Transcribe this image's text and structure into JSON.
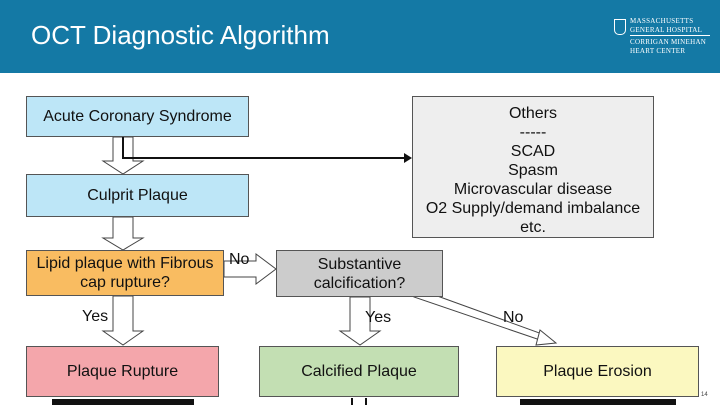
{
  "slide": {
    "title": "OCT Diagnostic Algorithm",
    "page_number": "14"
  },
  "logo": {
    "line1": "MASSACHUSETTS",
    "line2": "GENERAL HOSPITAL",
    "line3": "CORRIGAN MINEHAN",
    "line4": "HEART CENTER"
  },
  "nodes": {
    "acs": "Acute Coronary Syndrome",
    "culprit": "Culprit Plaque",
    "lipid": "Lipid plaque with Fibrous cap rupture?",
    "calc_q": "Substantive calcification?",
    "rupture": "Plaque Rupture",
    "calcified": "Calcified Plaque",
    "erosion": "Plaque Erosion",
    "others": [
      "Others",
      "-----",
      "SCAD",
      "Spasm",
      "Microvascular disease",
      "O2 Supply/demand imbalance",
      "etc."
    ]
  },
  "edges": {
    "no_1": "No",
    "yes_1": "Yes",
    "yes_2": "Yes",
    "no_2": "No"
  },
  "colors": {
    "header": "#1479a5",
    "blue_box": "#bde6f7",
    "orange_box": "#f9bc61",
    "gray_box": "#cccccc",
    "others_box": "#eeeeee",
    "pink_box": "#f4a6ab",
    "green_box": "#c3dfb3",
    "yellow_box": "#fbf8c0"
  }
}
